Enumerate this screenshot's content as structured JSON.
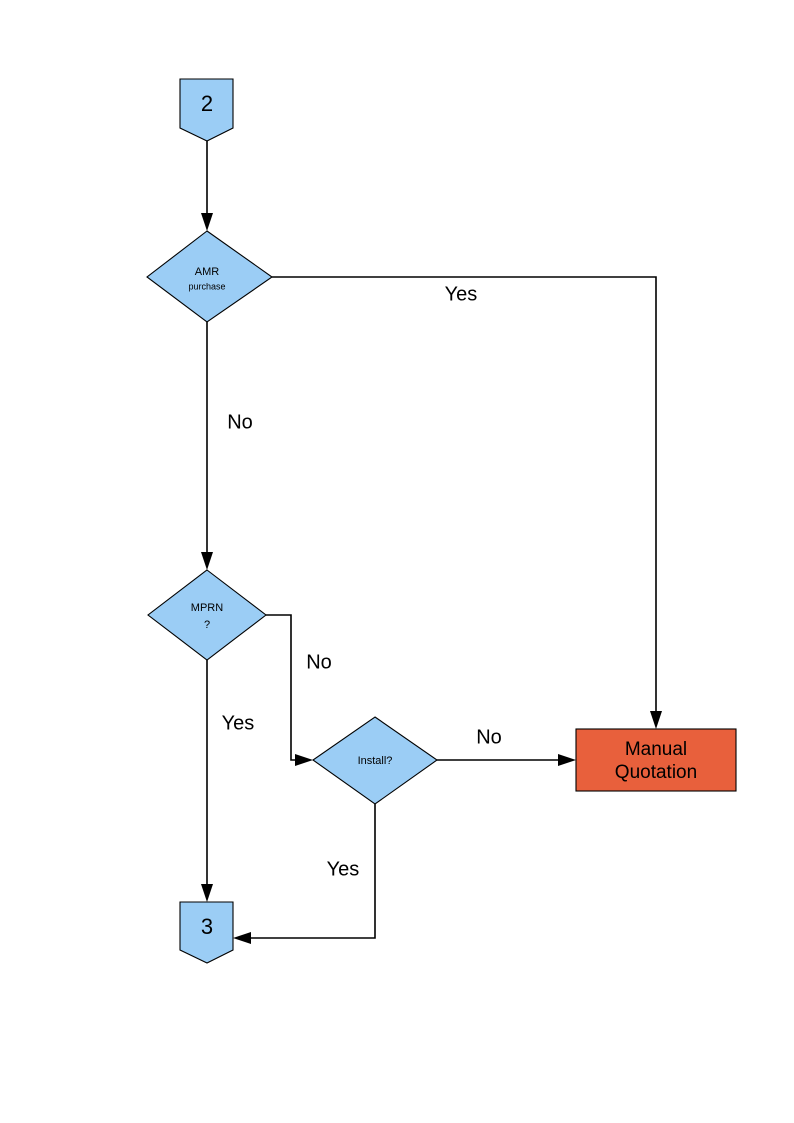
{
  "diagram": {
    "title": "Flowchart fragment: AMR purchase / MPRN / Install decision path",
    "background_color": "#FFFFFF",
    "node_blue_fill": "#9BCDF5",
    "node_orange_fill": "#E8603C",
    "stroke_color": "#000000"
  },
  "nodes": {
    "connector_in": {
      "shape": "pentagon-connector",
      "label": "2"
    },
    "decision_amr": {
      "shape": "diamond",
      "line1": "AMR",
      "line2": "purchase"
    },
    "decision_mprn": {
      "shape": "diamond",
      "line1": "MPRN",
      "line2": "?"
    },
    "decision_install": {
      "shape": "diamond",
      "line1": "Install?"
    },
    "process_manual_quotation": {
      "shape": "rectangle",
      "line1": "Manual",
      "line2": "Quotation"
    },
    "connector_out": {
      "shape": "pentagon-connector",
      "label": "3"
    }
  },
  "edges": [
    {
      "id": "e-start-amr",
      "from": "connector_in",
      "to": "decision_amr",
      "label": ""
    },
    {
      "id": "e-amr-yes",
      "from": "decision_amr",
      "to": "process_manual_quotation",
      "label": "Yes"
    },
    {
      "id": "e-amr-no",
      "from": "decision_amr",
      "to": "decision_mprn",
      "label": "No"
    },
    {
      "id": "e-mprn-no",
      "from": "decision_mprn",
      "to": "decision_install",
      "label": "No"
    },
    {
      "id": "e-mprn-yes",
      "from": "decision_mprn",
      "to": "connector_out",
      "label": "Yes"
    },
    {
      "id": "e-install-no",
      "from": "decision_install",
      "to": "process_manual_quotation",
      "label": "No"
    },
    {
      "id": "e-install-yes",
      "from": "decision_install",
      "to": "connector_out",
      "label": "Yes"
    }
  ],
  "edge_labels": {
    "amr_yes": "Yes",
    "amr_no": "No",
    "mprn_no": "No",
    "mprn_yes": "Yes",
    "install_no": "No",
    "install_yes": "Yes"
  }
}
